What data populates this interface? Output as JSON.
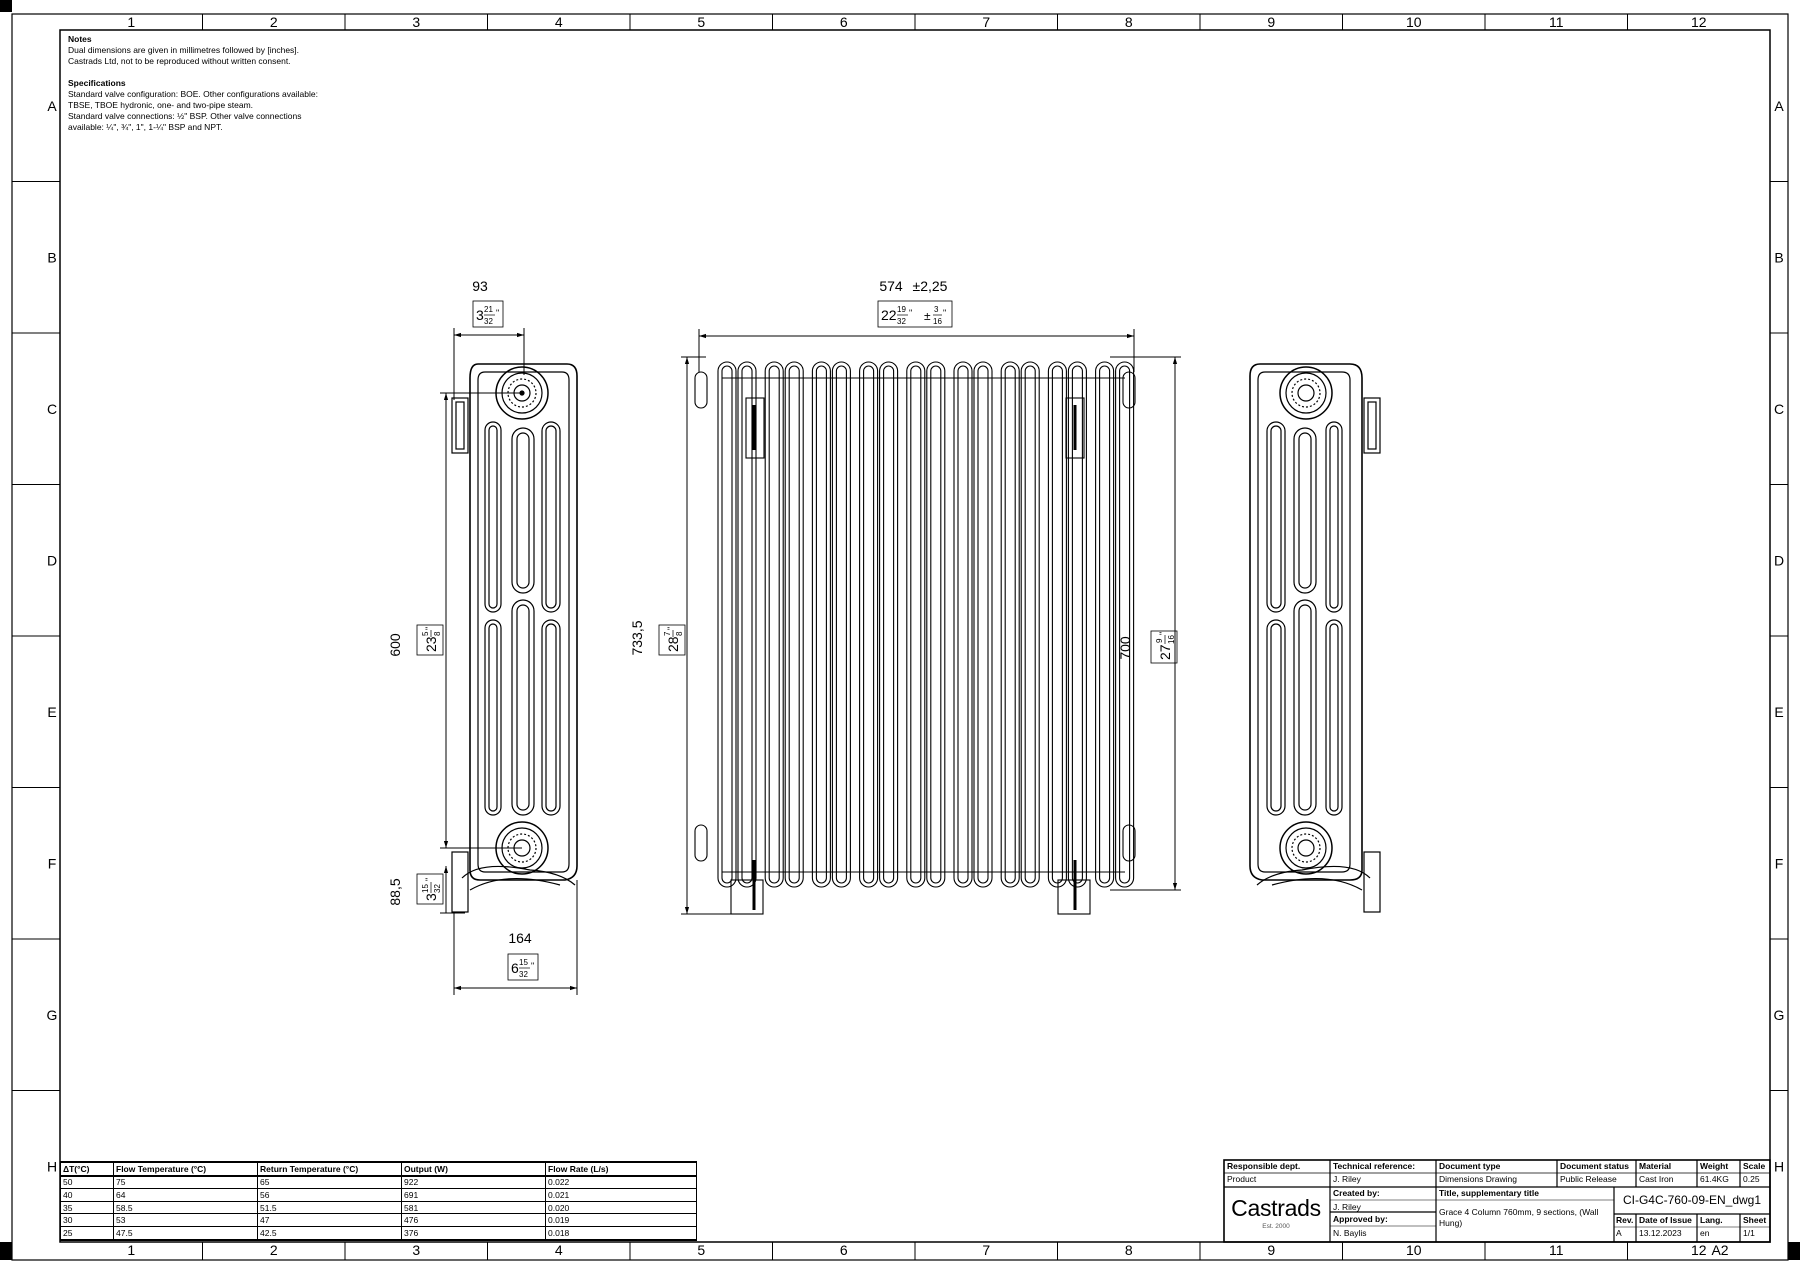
{
  "grid": {
    "columns": [
      "1",
      "2",
      "3",
      "4",
      "5",
      "6",
      "7",
      "8",
      "9",
      "10",
      "11",
      "12"
    ],
    "rows": [
      "A",
      "B",
      "C",
      "D",
      "E",
      "F",
      "G",
      "H"
    ]
  },
  "notes": {
    "heading": "Notes",
    "lines": [
      "Dual dimensions are given in millimetres followed by [inches].",
      "Castrads Ltd, not to be reproduced without written consent."
    ]
  },
  "specifications": {
    "heading": "Specifications",
    "lines": [
      "Standard valve configuration: BOE. Other configurations available:",
      "TBSE, TBOE hydronic, one- and two-pipe steam.",
      "Standard valve connections: ½\" BSP. Other valve connections",
      "available: ¼\", ¾\", 1\", 1-¼\" BSP and NPT."
    ]
  },
  "dimensions": {
    "depth_top_mm": "93",
    "depth_top_in": {
      "whole": "3",
      "num": "21",
      "den": "32"
    },
    "width_mm": "574",
    "width_tol_mm": "±2,25",
    "width_in": {
      "whole": "22",
      "num": "19",
      "den": "32"
    },
    "width_tol_in": {
      "sign": "±",
      "num": "3",
      "den": "16"
    },
    "centres_mm": "600",
    "centres_in": {
      "whole": "23",
      "num": "5",
      "den": "8"
    },
    "overall_height_mm": "733,5",
    "overall_height_in": {
      "whole": "28",
      "num": "7",
      "den": "8"
    },
    "section_height_mm": "700",
    "section_height_in": {
      "whole": "27",
      "num": "9",
      "den": "16"
    },
    "bottom_offset_mm": "88,5",
    "bottom_offset_in": {
      "whole": "3",
      "num": "15",
      "den": "32"
    },
    "depth_bottom_mm": "164",
    "depth_bottom_in": {
      "whole": "6",
      "num": "15",
      "den": "32"
    }
  },
  "performance_table": {
    "headers": [
      "ΔT(°C)",
      "Flow Temperature (°C)",
      "Return Temperature (°C)",
      "Output (W)",
      "Flow Rate (L/s)"
    ],
    "rows": [
      [
        "50",
        "75",
        "65",
        "922",
        "0.022"
      ],
      [
        "40",
        "64",
        "56",
        "691",
        "0.021"
      ],
      [
        "35",
        "58.5",
        "51.5",
        "581",
        "0.020"
      ],
      [
        "30",
        "53",
        "47",
        "476",
        "0.019"
      ],
      [
        "25",
        "47.5",
        "42.5",
        "376",
        "0.018"
      ]
    ]
  },
  "title_block": {
    "responsible_dept_label": "Responsible dept.",
    "responsible_dept": "Product",
    "technical_reference_label": "Technical reference:",
    "technical_reference": "J. Riley",
    "document_type_label": "Document type",
    "document_type": "Dimensions Drawing",
    "document_status_label": "Document status",
    "document_status": "Public Release",
    "material_label": "Material",
    "material": "Cast Iron",
    "weight_label": "Weight",
    "weight": "61.4KG",
    "scale_label": "Scale",
    "scale": "0.25",
    "logo": "Castrads",
    "logo_est": "Est. 2000",
    "created_by_label": "Created by:",
    "created_by": "J. Riley",
    "approved_by_label": "Approved by:",
    "approved_by": "N. Baylis",
    "title_label": "Title, supplementary title",
    "title": "Grace 4 Column 760mm, 9 sections, (Wall Hung)",
    "drawing_number": "CI-G4C-760-09-EN_dwg1",
    "rev_label": "Rev.",
    "rev": "A",
    "date_label": "Date of Issue",
    "date": "13.12.2023",
    "lang_label": "Lang.",
    "lang": "en",
    "sheet_label": "Sheet",
    "sheet": "1/1",
    "paper_size": "A2"
  }
}
